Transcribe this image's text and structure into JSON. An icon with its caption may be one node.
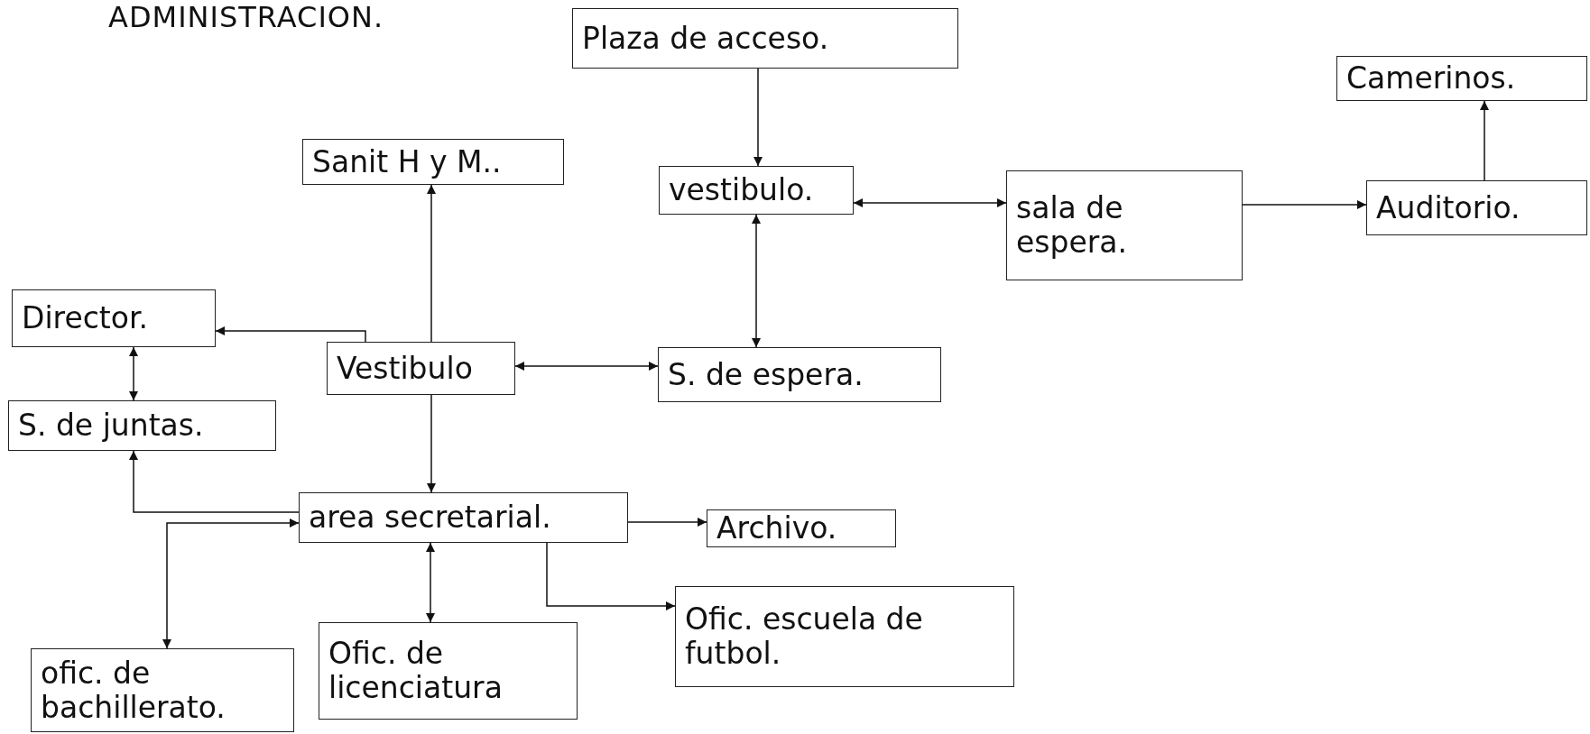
{
  "diagram": {
    "title": "ADMINISTRACION.",
    "nodes": [
      {
        "text": [
          "Plaza de acceso."
        ]
      },
      {
        "text": [
          "Camerinos."
        ]
      },
      {
        "text": [
          "Sanit H y M.."
        ]
      },
      {
        "text": [
          "vestibulo."
        ]
      },
      {
        "text": [
          "sala de espera."
        ]
      },
      {
        "text": [
          "Auditorio."
        ]
      },
      {
        "text": [
          "Director."
        ]
      },
      {
        "text": [
          "Vestibulo"
        ]
      },
      {
        "text": [
          "S. de espera."
        ]
      },
      {
        "text": [
          "S. de juntas."
        ]
      },
      {
        "text": [
          "area secretarial."
        ]
      },
      {
        "text": [
          "Archivo."
        ]
      },
      {
        "text": [
          "Ofic. escuela de futbol."
        ]
      },
      {
        "text": [
          "Ofic. de licenciatura"
        ]
      },
      {
        "text": [
          "ofic. de bachillerato."
        ]
      }
    ],
    "edges": [
      {
        "from": 0,
        "to": 3,
        "arrow": "to"
      },
      {
        "from": 3,
        "to": 4,
        "arrow": "both"
      },
      {
        "from": 4,
        "to": 5,
        "arrow": "to"
      },
      {
        "from": 5,
        "to": 1,
        "arrow": "to"
      },
      {
        "from": 3,
        "to": 8,
        "arrow": "both"
      },
      {
        "from": 7,
        "to": 2,
        "arrow": "to"
      },
      {
        "from": 7,
        "to": 6,
        "arrow": "to"
      },
      {
        "from": 7,
        "to": 8,
        "arrow": "both"
      },
      {
        "from": 6,
        "to": 9,
        "arrow": "both"
      },
      {
        "from": 7,
        "to": 10,
        "arrow": "to"
      },
      {
        "from": 10,
        "to": 9,
        "arrow": "to"
      },
      {
        "from": 14,
        "to": 10,
        "arrow": "both"
      },
      {
        "from": 10,
        "to": 13,
        "arrow": "both"
      },
      {
        "from": 10,
        "to": 11,
        "arrow": "to"
      },
      {
        "from": 10,
        "to": 12,
        "arrow": "to"
      }
    ]
  }
}
